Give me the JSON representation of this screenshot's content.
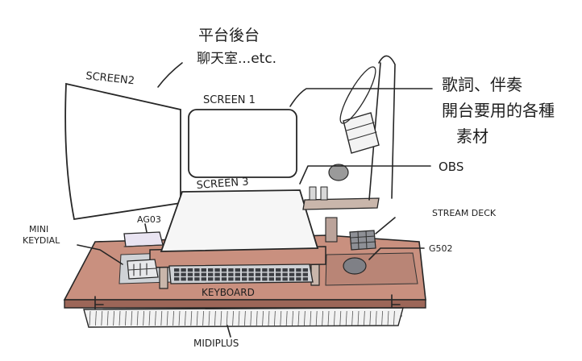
{
  "labels": {
    "screen1": "SCREEN 1",
    "screen2": "SCREEN2",
    "screen3": "SCREEN 3",
    "obs": "OBS",
    "stream_deck": "STREAM DECK",
    "g502": "G502",
    "ag03": "AG03",
    "mini_keydial_line1": "MINI",
    "mini_keydial_line2": "KEYDIAL",
    "keyboard": "KEYBOARD",
    "midiplus": "MIDIPLUS"
  },
  "notes": {
    "screen2_line1": "平台後台",
    "screen2_line2": "聊天室...etc.",
    "screen1_line1": "歌詞、伴奏",
    "screen1_line2": "開台要用的各種",
    "screen1_line3": "素材"
  },
  "colors": {
    "desk": "#c9907f",
    "desk_dark": "#9c6658",
    "mat": "#cfd2d6",
    "ink": "#262626",
    "paper": "#ffffff"
  }
}
